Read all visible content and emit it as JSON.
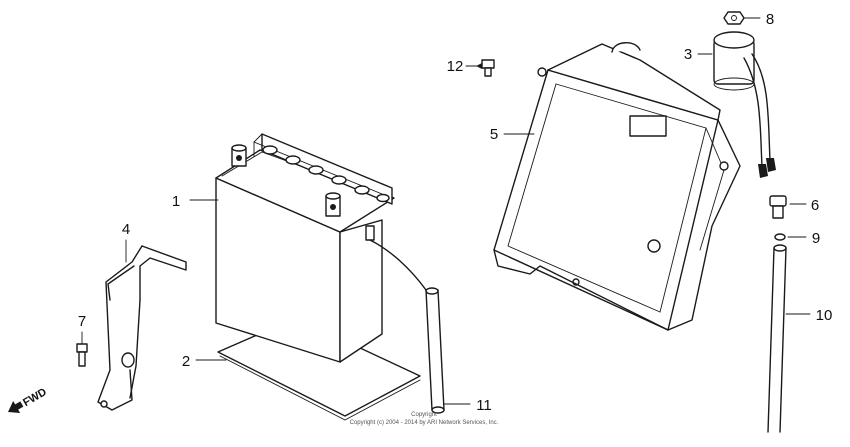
{
  "callouts": [
    {
      "num": "1"
    },
    {
      "num": "2"
    },
    {
      "num": "3"
    },
    {
      "num": "4"
    },
    {
      "num": "5"
    },
    {
      "num": "6"
    },
    {
      "num": "7"
    },
    {
      "num": "8"
    },
    {
      "num": "9"
    },
    {
      "num": "10"
    },
    {
      "num": "11"
    },
    {
      "num": "12"
    }
  ],
  "direction_label": "FWD",
  "copyright": {
    "line1": "Copyright",
    "line2": "Copyright (c) 2004 - 2014 by ARI Network Services, Inc."
  }
}
